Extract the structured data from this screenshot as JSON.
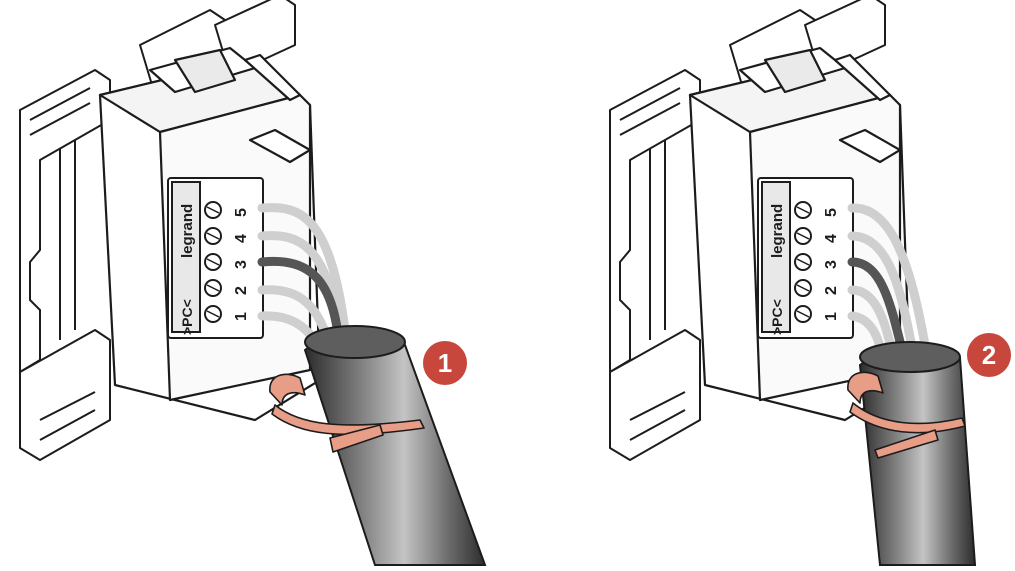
{
  "steps": [
    {
      "number": "1"
    },
    {
      "number": "2"
    }
  ],
  "module": {
    "brand": "legrand",
    "marking": ">PC<",
    "terminals": [
      "1",
      "2",
      "3",
      "4",
      "5"
    ]
  },
  "colors": {
    "badge": "#c8473d",
    "cable": "#6b6b6b",
    "cable_dark": "#2c2c2c",
    "cable_tie": "#e89d86",
    "wire_light": "#cfcfcf",
    "wire_dark": "#555555",
    "outline": "#1c1c1c"
  }
}
